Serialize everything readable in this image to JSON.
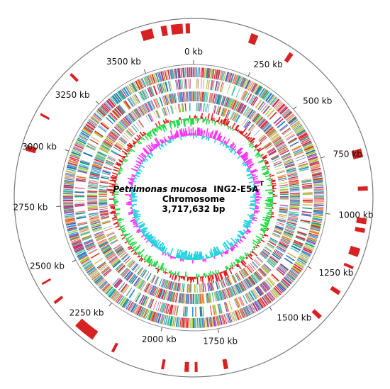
{
  "genome": {
    "organism": "Petrimonas mucosa",
    "strain": "ING2-E5A",
    "strain_superscript": "T",
    "molecule": "Chromosome",
    "size_label": "3,717,632 bp",
    "length_kb": 3717.632
  },
  "ticks": [
    {
      "kb": 0,
      "label": "0 kb"
    },
    {
      "kb": 250,
      "label": "250 kb"
    },
    {
      "kb": 500,
      "label": "500 kb"
    },
    {
      "kb": 750,
      "label": "750 kb"
    },
    {
      "kb": 1000,
      "label": "1000 kb"
    },
    {
      "kb": 1250,
      "label": "1250 kb"
    },
    {
      "kb": 1500,
      "label": "1500 kb"
    },
    {
      "kb": 1750,
      "label": "1750 kb"
    },
    {
      "kb": 2000,
      "label": "2000 kb"
    },
    {
      "kb": 2250,
      "label": "2250 kb"
    },
    {
      "kb": 2500,
      "label": "2500 kb"
    },
    {
      "kb": 2750,
      "label": "2750 kb"
    },
    {
      "kb": 3000,
      "label": "3000 kb"
    },
    {
      "kb": 3250,
      "label": "3250 kb"
    },
    {
      "kb": 3500,
      "label": "3500 kb"
    }
  ],
  "outer_features_kb": [
    [
      3535,
      3575
    ],
    [
      3605,
      3625
    ],
    [
      3640,
      3680
    ],
    [
      3690,
      3705
    ],
    [
      200,
      225
    ],
    [
      345,
      360
    ],
    [
      760,
      790
    ],
    [
      890,
      905
    ],
    [
      1000,
      1020
    ],
    [
      1035,
      1050
    ],
    [
      1105,
      1135
    ],
    [
      1170,
      1180
    ],
    [
      1265,
      1280
    ],
    [
      1370,
      1385
    ],
    [
      1740,
      1755
    ],
    [
      1845,
      1855
    ],
    [
      1875,
      1890
    ],
    [
      1960,
      1970
    ],
    [
      2140,
      2150
    ],
    [
      2225,
      2300
    ],
    [
      2400,
      2410
    ],
    [
      2478,
      2485
    ],
    [
      2950,
      2970
    ],
    [
      3080,
      3088
    ],
    [
      3250,
      3260
    ]
  ],
  "colors": {
    "outer_feature": "#d62222",
    "gc_positive": "#e02020",
    "gc_negative": "#22dd44",
    "skew_positive": "#ff33ff",
    "skew_negative": "#22d4e0",
    "ring_line": "#7a7a7a",
    "cog_palette": [
      "#e8253a",
      "#d9b66b",
      "#3b8fd9",
      "#8a4fb0",
      "#3fbf9f",
      "#9acd32",
      "#f08080",
      "#2e6fb5",
      "#c0392b",
      "#7f8c8d",
      "#e67e22",
      "#16a085",
      "#b03a6f"
    ]
  }
}
